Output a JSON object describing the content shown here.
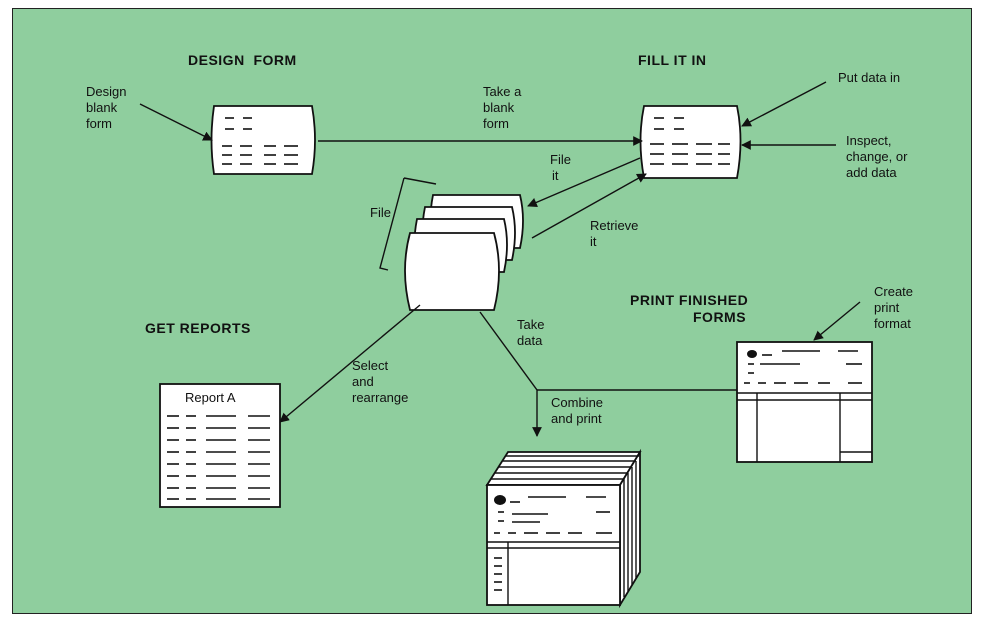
{
  "headings": {
    "design_form": "DESIGN  FORM",
    "fill_it_in": "FILL IT IN",
    "get_reports": "GET REPORTS",
    "print_finished_forms_1": "PRINT FINISHED",
    "print_finished_forms_2": "FORMS"
  },
  "labels": {
    "design_blank_form": [
      "Design",
      "blank",
      "form"
    ],
    "take_blank_form": [
      "Take a",
      "blank",
      "form"
    ],
    "put_data_in": "Put data in",
    "inspect_change": [
      "Inspect,",
      "change, or",
      "add data"
    ],
    "file_it": [
      "File",
      "it"
    ],
    "retrieve_it": [
      "Retrieve",
      "it"
    ],
    "file": "File",
    "take_data": [
      "Take",
      "data"
    ],
    "select_rearrange": [
      "Select",
      "and",
      "rearrange"
    ],
    "combine_print": [
      "Combine",
      "and print"
    ],
    "create_print_format": [
      "Create",
      "print",
      "format"
    ],
    "report_a": "Report A"
  },
  "colors": {
    "background": "#8fce9e",
    "ink": "#111111",
    "paper": "#ffffff"
  }
}
